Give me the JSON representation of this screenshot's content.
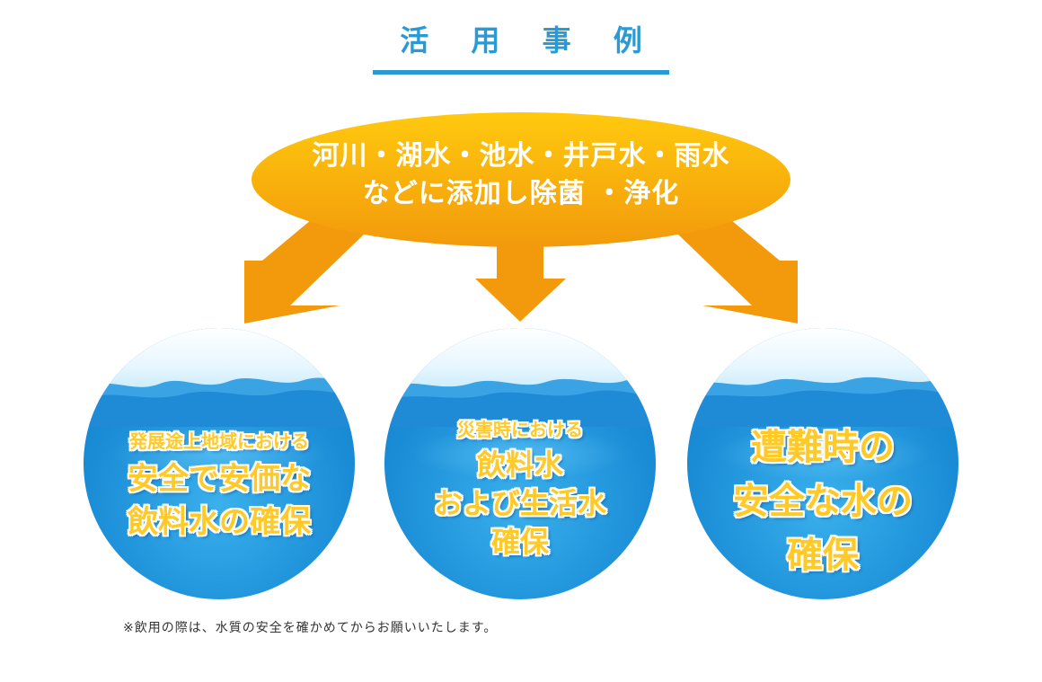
{
  "title": "活 用 事 例",
  "source": {
    "line1": "河川・湖水・池水・井戸水・雨水",
    "line2": "などに添加し除菌 ・浄化"
  },
  "cases": [
    {
      "small": "発展途上地域における",
      "line1": "安全で安価な",
      "line2": "飲料水の確保"
    },
    {
      "small": "災害時における",
      "line1": "飲料水",
      "line2": "および生活水",
      "line3": "確保"
    },
    {
      "line1": "遭難時の",
      "line2": "安全な水の",
      "line3": "確保"
    }
  ],
  "note": "※飲用の際は、水質の安全を確かめてからお願いいたします。",
  "colors": {
    "accent_blue": "#2a9ad6",
    "ellipse_top": "#ffc40a",
    "ellipse_bottom": "#f49a0a",
    "arrow": "#f39a0c",
    "circle_text": "#ffc928"
  }
}
